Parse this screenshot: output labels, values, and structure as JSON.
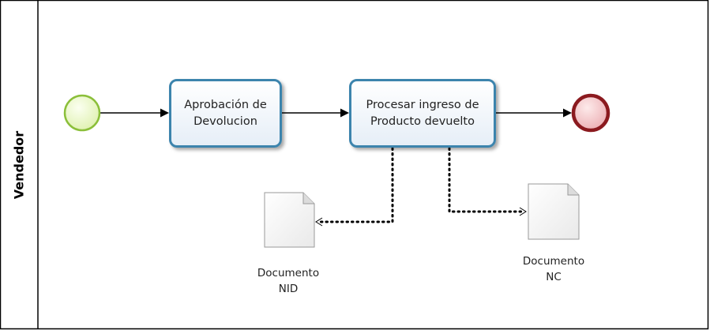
{
  "lane": {
    "name": "Vendedor"
  },
  "tasks": [
    {
      "label": "Aprobación de\nDevolucion"
    },
    {
      "label": "Procesar ingreso de\nProducto devuelto"
    }
  ],
  "documents": [
    {
      "label": "Documento\nNID"
    },
    {
      "label": "Documento\nNC"
    }
  ],
  "events": {
    "start": "start-event",
    "end": "end-event"
  },
  "colors": {
    "task_border": "#3c84ad",
    "start_fill": "#eaf7c8",
    "start_stroke": "#8bbf3a",
    "end_fill": "#f3c2c6",
    "end_stroke": "#8b1a1f",
    "connector": "#000000"
  }
}
